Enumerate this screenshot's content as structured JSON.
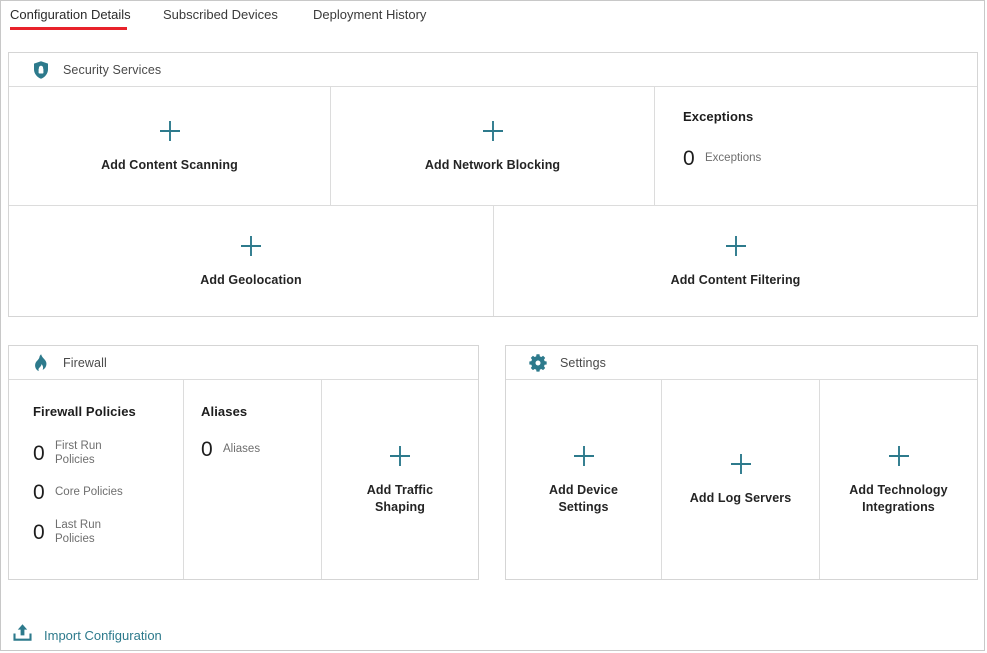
{
  "tabs": [
    {
      "label": "Configuration Details",
      "active": true
    },
    {
      "label": "Subscribed Devices",
      "active": false
    },
    {
      "label": "Deployment History",
      "active": false
    }
  ],
  "colors": {
    "teal": "#2d7a8c",
    "active_tab_underline": "#e8222a",
    "panel_border": "#d5d5d5",
    "label_gray": "#6e6e6e"
  },
  "security_services": {
    "title": "Security Services",
    "icon": "shield-lock-icon",
    "tiles": [
      {
        "label": "Add Content Scanning",
        "icon": "plus-icon"
      },
      {
        "label": "Add Network Blocking",
        "icon": "plus-icon"
      },
      {
        "label": "Add Geolocation",
        "icon": "plus-icon"
      },
      {
        "label": "Add Content Filtering",
        "icon": "plus-icon"
      }
    ],
    "exceptions": {
      "heading": "Exceptions",
      "count": "0",
      "label": "Exceptions"
    }
  },
  "firewall": {
    "title": "Firewall",
    "icon": "flame-icon",
    "policies": {
      "heading": "Firewall Policies",
      "stats": [
        {
          "count": "0",
          "label": "First Run Policies"
        },
        {
          "count": "0",
          "label": "Core Policies"
        },
        {
          "count": "0",
          "label": "Last Run Policies"
        }
      ]
    },
    "aliases": {
      "heading": "Aliases",
      "count": "0",
      "label": "Aliases"
    },
    "tiles": [
      {
        "label": "Add Traffic Shaping",
        "icon": "plus-icon"
      }
    ]
  },
  "settings": {
    "title": "Settings",
    "icon": "gear-icon",
    "tiles": [
      {
        "label": "Add Device Settings",
        "icon": "plus-icon"
      },
      {
        "label": "Add Log Servers",
        "icon": "plus-icon"
      },
      {
        "label": "Add Technology Integrations",
        "icon": "plus-icon"
      }
    ]
  },
  "footer": {
    "import_label": "Import Configuration",
    "icon": "import-upload-icon"
  }
}
